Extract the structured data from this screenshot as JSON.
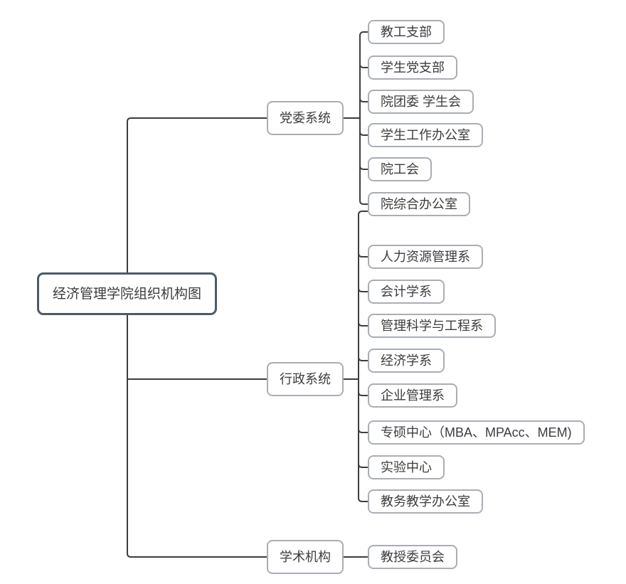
{
  "diagram": {
    "type": "org-chart",
    "colors": {
      "background": "#ffffff",
      "connector": "#3d3d3d",
      "node_border": "#a9aeb5",
      "root_border": "#4d5a66",
      "text": "#3c3c3c"
    },
    "tree": {
      "root": {
        "label": "经济管理学院组织机构图"
      },
      "branches": [
        {
          "label": "党委系统",
          "children": [
            {
              "label": "教工支部"
            },
            {
              "label": "学生党支部"
            },
            {
              "label": "院团委 学生会"
            },
            {
              "label": "学生工作办公室"
            },
            {
              "label": "院工会"
            },
            {
              "label": "院综合办公室"
            }
          ]
        },
        {
          "label": "行政系统",
          "children": [
            {
              "label": "人力资源管理系"
            },
            {
              "label": "会计学系"
            },
            {
              "label": "管理科学与工程系"
            },
            {
              "label": "经济学系"
            },
            {
              "label": "企业管理系"
            },
            {
              "label": "专硕中心（MBA、MPAcc、MEM)"
            },
            {
              "label": "实验中心"
            },
            {
              "label": "教务教学办公室"
            }
          ]
        },
        {
          "label": "学术机构",
          "children": [
            {
              "label": "教授委员会"
            }
          ]
        }
      ]
    }
  }
}
